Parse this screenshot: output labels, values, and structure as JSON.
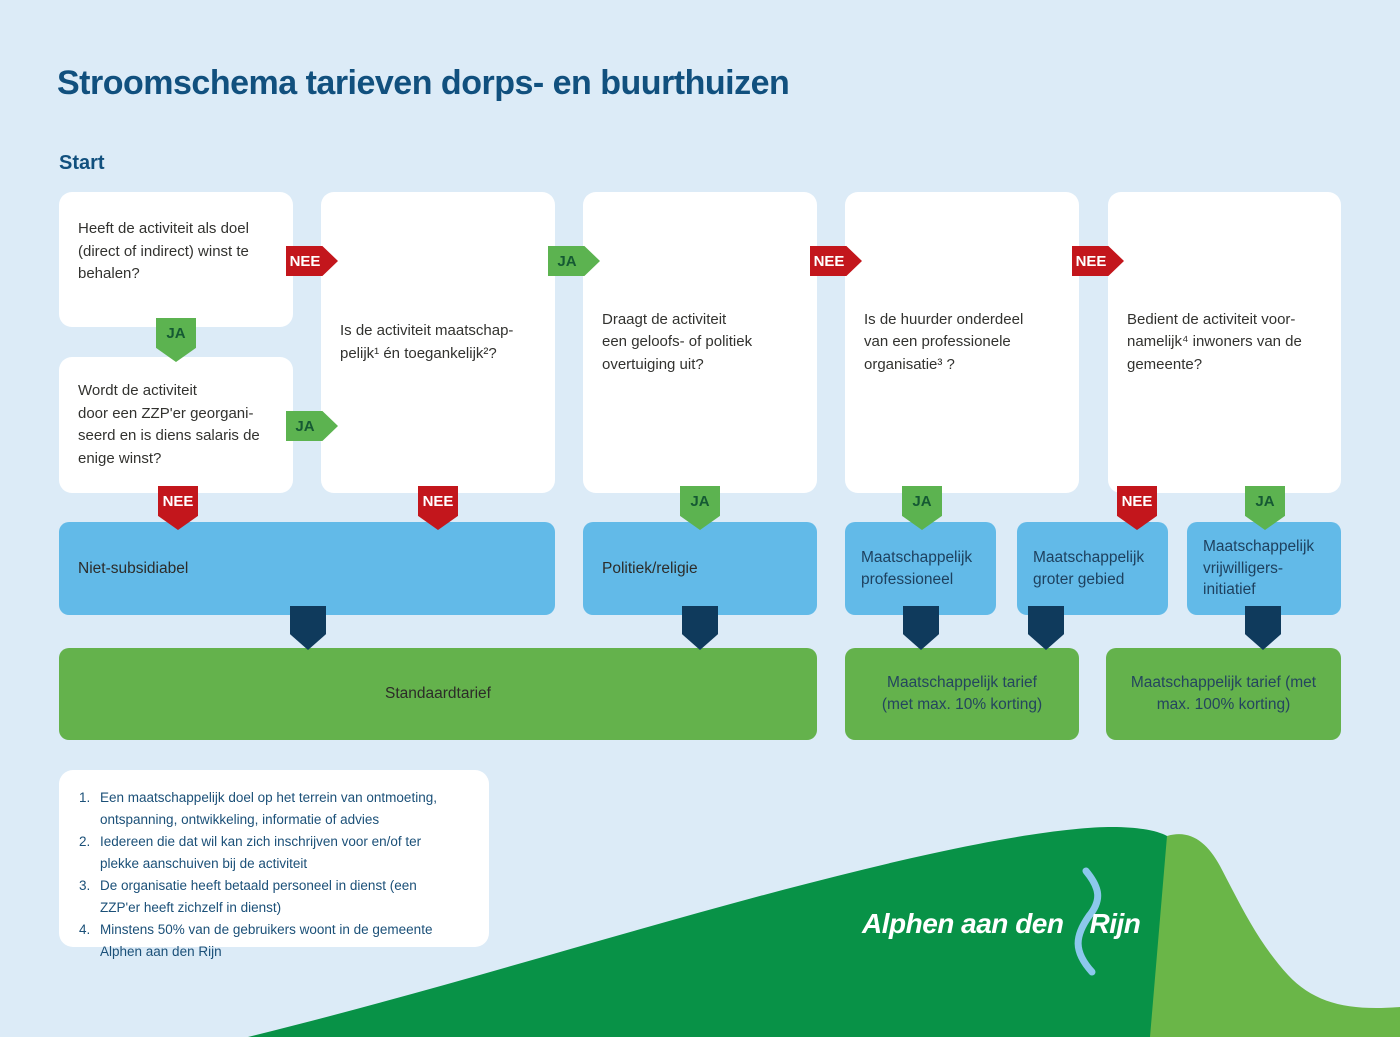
{
  "page": {
    "title": "Stroomschema tarieven dorps- en buurthuizen",
    "start_label": "Start"
  },
  "colors": {
    "background": "#dcebf7",
    "title_text": "#11507e",
    "question_box": "#ffffff",
    "category_box_blue": "#62bae8",
    "tariff_box_green": "#64b24c",
    "arrow_no_red": "#c3161c",
    "arrow_yes_green": "#5cb350",
    "arrow_yes_text": "#155933",
    "connector_navy": "#0f3a5c",
    "wave_green_dark": "#089247",
    "wave_green_light": "#6ab648",
    "river_blue": "#8cc8ec",
    "footnote_text": "#1b5078"
  },
  "flowchart": {
    "questions": [
      {
        "id": "q1",
        "lines": [
          "Heeft de activiteit als doel",
          "(direct of indirect) winst te",
          "behalen?"
        ]
      },
      {
        "id": "q2",
        "lines": [
          "Wordt de activiteit",
          "door een ZZP'er georgani-",
          "seerd en is diens salaris de",
          "enige winst?"
        ]
      },
      {
        "id": "q3",
        "lines": [
          "Is de activiteit maatschap-",
          "pelijk¹ én toegankelijk²?"
        ]
      },
      {
        "id": "q4",
        "lines": [
          "Draagt de activiteit",
          "een geloofs- of politiek",
          "overtuiging uit?"
        ]
      },
      {
        "id": "q5",
        "lines": [
          "Is de huurder onderdeel",
          "van een professionele",
          "organisatie³ ?"
        ]
      },
      {
        "id": "q6",
        "lines": [
          "Bedient de activiteit voor-",
          "namelijk⁴ inwoners van de",
          "gemeente?"
        ]
      }
    ],
    "arrows": [
      {
        "label": "NEE",
        "answer": "no",
        "direction": "right",
        "from": "q1",
        "to": "q3"
      },
      {
        "label": "JA",
        "answer": "yes",
        "direction": "down",
        "from": "q1",
        "to": "q2"
      },
      {
        "label": "JA",
        "answer": "yes",
        "direction": "right",
        "from": "q2",
        "to": "q3"
      },
      {
        "label": "NEE",
        "answer": "no",
        "direction": "down",
        "from": "q2",
        "to": "niet_subsidiabel"
      },
      {
        "label": "NEE",
        "answer": "no",
        "direction": "down",
        "from": "q3",
        "to": "niet_subsidiabel"
      },
      {
        "label": "JA",
        "answer": "yes",
        "direction": "right",
        "from": "q3",
        "to": "q4"
      },
      {
        "label": "JA",
        "answer": "yes",
        "direction": "down",
        "from": "q4",
        "to": "politiek_religie"
      },
      {
        "label": "NEE",
        "answer": "no",
        "direction": "right",
        "from": "q4",
        "to": "q5"
      },
      {
        "label": "JA",
        "answer": "yes",
        "direction": "down",
        "from": "q5",
        "to": "maatschappelijk_professioneel"
      },
      {
        "label": "NEE",
        "answer": "no",
        "direction": "right",
        "from": "q5",
        "to": "q6"
      },
      {
        "label": "NEE",
        "answer": "no",
        "direction": "down",
        "from": "q6",
        "to": "maatschappelijk_groter_gebied"
      },
      {
        "label": "JA",
        "answer": "yes",
        "direction": "down",
        "from": "q6",
        "to": "maatschappelijk_vrijwilligersinitiatief"
      }
    ],
    "category_boxes": [
      {
        "id": "niet_subsidiabel",
        "lines": [
          "Niet-subsidiabel"
        ]
      },
      {
        "id": "politiek_religie",
        "lines": [
          "Politiek/religie"
        ]
      },
      {
        "id": "maatschappelijk_professioneel",
        "lines": [
          "Maatschappelijk",
          "professioneel"
        ]
      },
      {
        "id": "maatschappelijk_groter_gebied",
        "lines": [
          "Maatschappelijk",
          "groter gebied"
        ]
      },
      {
        "id": "maatschappelijk_vrijwilligersinitiatief",
        "lines": [
          "Maatschappelijk",
          "vrijwilligers-",
          "initiatief"
        ]
      }
    ],
    "tariff_boxes": [
      {
        "id": "standaardtarief",
        "lines": [
          "Standaardtarief"
        ]
      },
      {
        "id": "maatschappelijk_tarief_10",
        "lines": [
          "Maatschappelijk tarief",
          "(met max. 10% korting)"
        ]
      },
      {
        "id": "maatschappelijk_tarief_100",
        "lines": [
          "Maatschappelijk tarief (met",
          "max. 100% korting)"
        ]
      }
    ]
  },
  "footnotes": {
    "items": [
      {
        "num": "1.",
        "lines": [
          "Een maatschappelijk doel op het terrein van ontmoeting,",
          "ontspanning, ontwikkeling, informatie of advies"
        ]
      },
      {
        "num": "2.",
        "lines": [
          "Iedereen die dat wil kan zich inschrijven voor en/of ter",
          "plekke aanschuiven bij de activiteit"
        ]
      },
      {
        "num": "3.",
        "lines": [
          "De organisatie heeft betaald personeel in dienst (een",
          "ZZP'er heeft zichzelf in dienst)"
        ]
      },
      {
        "num": "4.",
        "lines": [
          "Minstens 50% van de gebruikers woont in de gemeente",
          "Alphen aan den Rijn"
        ]
      }
    ]
  },
  "logo": {
    "text_left": "Alphen aan den",
    "text_right": "Rijn"
  }
}
